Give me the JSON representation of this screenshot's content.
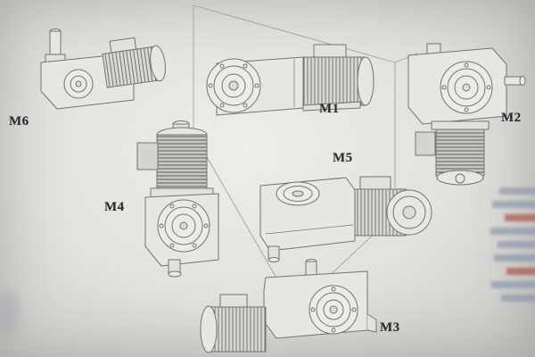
{
  "figure": {
    "positions": [
      {
        "id": "M6",
        "label": "M6"
      },
      {
        "id": "M1",
        "label": "M1"
      },
      {
        "id": "M2",
        "label": "M2"
      },
      {
        "id": "M4",
        "label": "M4"
      },
      {
        "id": "M5",
        "label": "M5"
      },
      {
        "id": "M3",
        "label": "M3"
      }
    ]
  },
  "colors": {
    "label_text": "#262a33",
    "line_art": "#74736d",
    "paper_center": "#efede9",
    "paper_edge": "#c9c8c4",
    "edge_text_blue": "#8694ac",
    "edge_text_red": "#a8544a"
  }
}
